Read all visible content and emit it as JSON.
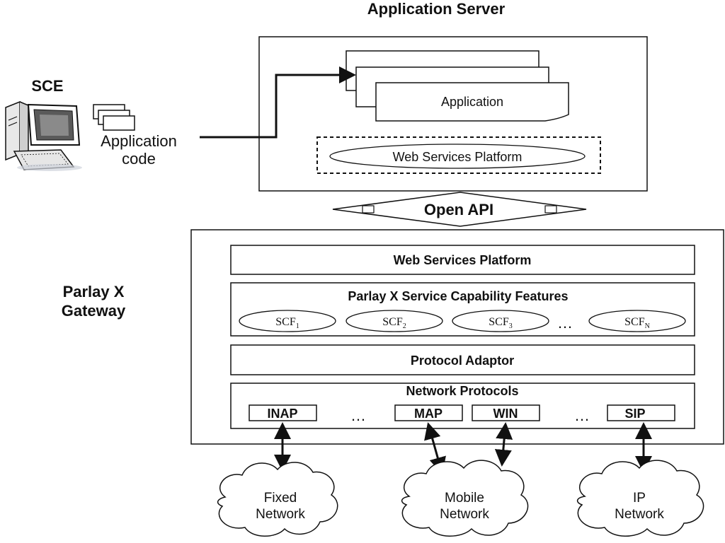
{
  "application_server": {
    "title": "Application Server",
    "application_label": "Application",
    "platform_label": "Web Services Platform"
  },
  "sce": {
    "title": "SCE",
    "code_label_line1": "Application",
    "code_label_line2": "code"
  },
  "open_api": {
    "label": "Open API"
  },
  "gateway": {
    "title_line1": "Parlay X",
    "title_line2": "Gateway",
    "web_services_label": "Web Services Platform",
    "scf_title": "Parlay X Service Capability Features",
    "scf_items": [
      {
        "base": "SCF",
        "sub": "1"
      },
      {
        "base": "SCF",
        "sub": "2"
      },
      {
        "base": "SCF",
        "sub": "3"
      },
      {
        "base": "SCF",
        "sub": "N"
      }
    ],
    "scf_ellipsis": "…",
    "protocol_adaptor_label": "Protocol Adaptor",
    "network_protocols_title": "Network Protocols",
    "protocols": [
      "INAP",
      "MAP",
      "WIN",
      "SIP"
    ],
    "protocol_ellipsis_1": "…",
    "protocol_ellipsis_2": "…"
  },
  "networks": {
    "fixed_line1": "Fixed",
    "fixed_line2": "Network",
    "mobile_line1": "Mobile",
    "mobile_line2": "Network",
    "ip_line1": "IP",
    "ip_line2": "Network"
  }
}
